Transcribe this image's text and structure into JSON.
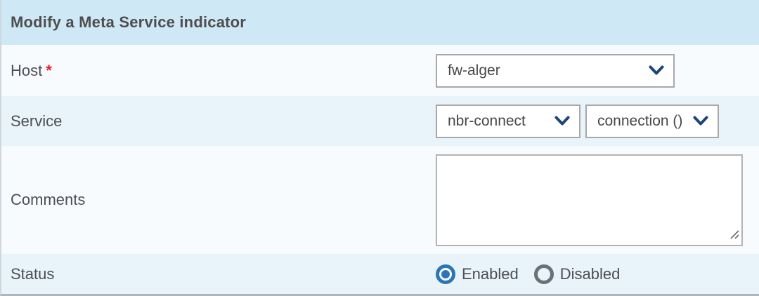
{
  "panel": {
    "title": "Modify a Meta Service indicator"
  },
  "rows": {
    "host": {
      "label": "Host",
      "required_marker": "*",
      "select_value": "fw-alger"
    },
    "service": {
      "label": "Service",
      "service_select_value": "nbr-connect",
      "metric_select_value": "connection ()"
    },
    "comments": {
      "label": "Comments",
      "textarea_value": ""
    },
    "status": {
      "label": "Status",
      "options": [
        {
          "label": "Enabled",
          "selected": true
        },
        {
          "label": "Disabled",
          "selected": false
        }
      ]
    }
  },
  "colors": {
    "header_bg": "#cfe8f6",
    "row_light": "#f8fbfe",
    "row_tint": "#e9f3fa",
    "select_border": "#a8a8a8",
    "chevron": "#1d4577",
    "radio_selected": "#2b77b6",
    "radio_unselected": "#6b7076",
    "required": "#ec1c24",
    "text": "#4c4f54"
  }
}
